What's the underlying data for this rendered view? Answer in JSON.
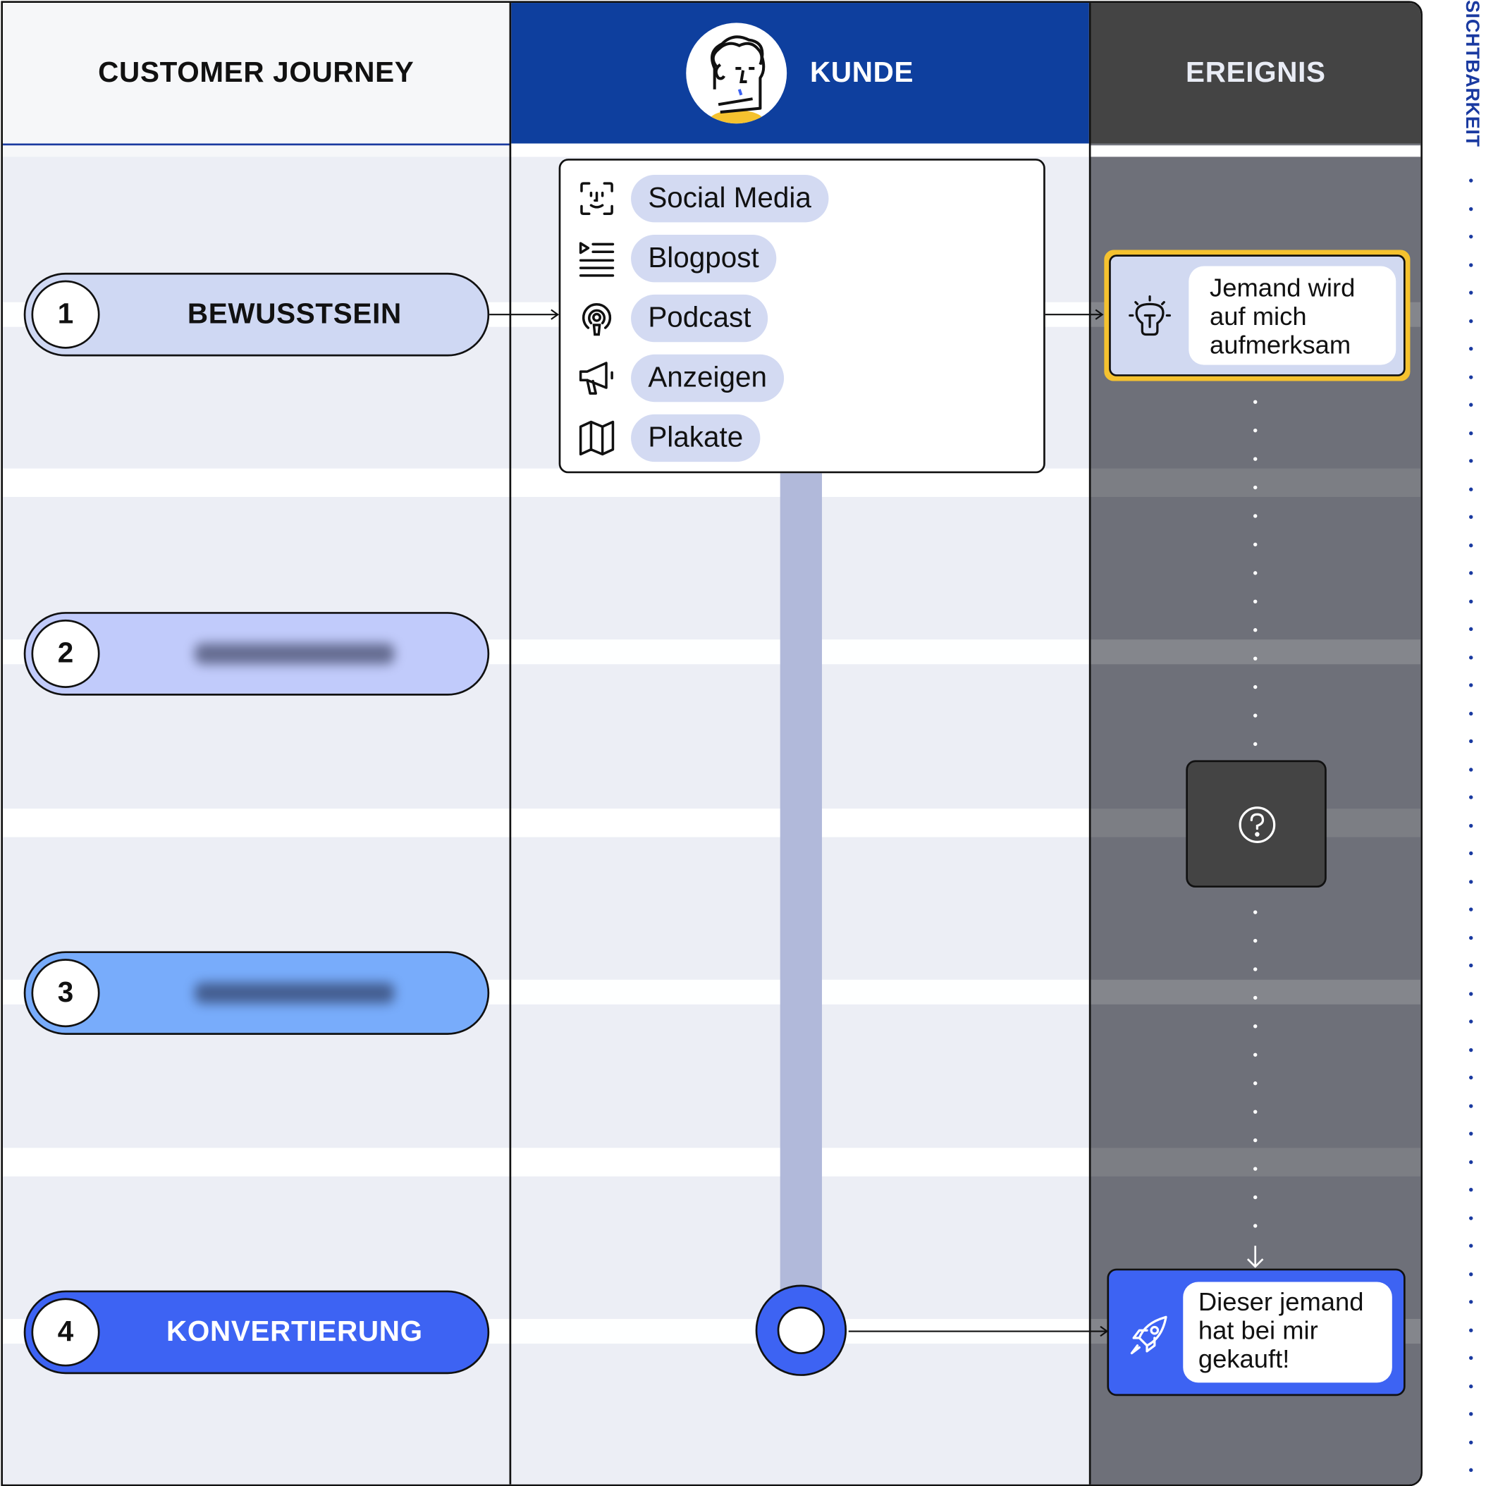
{
  "headers": {
    "customer_journey": "CUSTOMER JOURNEY",
    "kunde": "KUNDE",
    "ereignis": "EREIGNIS"
  },
  "side_label": "SICHTBARKEIT",
  "stages": [
    {
      "number": "1",
      "label": "BEWUSSTSEIN",
      "color": "#cfd8f3",
      "text_color": "#111111",
      "blurred": false
    },
    {
      "number": "2",
      "label": "",
      "color": "#c1cbfb",
      "text_color": "#111111",
      "blurred": true
    },
    {
      "number": "3",
      "label": "",
      "color": "#78acfb",
      "text_color": "#111111",
      "blurred": true
    },
    {
      "number": "4",
      "label": "KONVERTIERUNG",
      "color": "#3d63f3",
      "text_color": "#ffffff",
      "blurred": false
    }
  ],
  "channels": [
    {
      "label": "Social Media",
      "icon": "face-scan-icon"
    },
    {
      "label": "Blogpost",
      "icon": "text-list-icon"
    },
    {
      "label": "Podcast",
      "icon": "podcast-icon"
    },
    {
      "label": "Anzeigen",
      "icon": "megaphone-icon"
    },
    {
      "label": "Plakate",
      "icon": "map-icon"
    }
  ],
  "events": {
    "awareness": {
      "text": "Jemand wird auf mich aufmerksam",
      "icon": "lightbulb-icon"
    },
    "unknown": {
      "icon": "question-icon"
    },
    "conversion": {
      "text": "Dieser jemand hat bei mir gekauft!",
      "icon": "rocket-icon"
    }
  },
  "colors": {
    "kunde_header": "#0e3f9e",
    "ereignis_header": "#444444",
    "ereignis_column": "#73757d",
    "accent_blue": "#3d63f3",
    "highlight_yellow": "#f5c22f",
    "tag_bg": "#d3daf2",
    "timeline": "#b1b9da"
  }
}
